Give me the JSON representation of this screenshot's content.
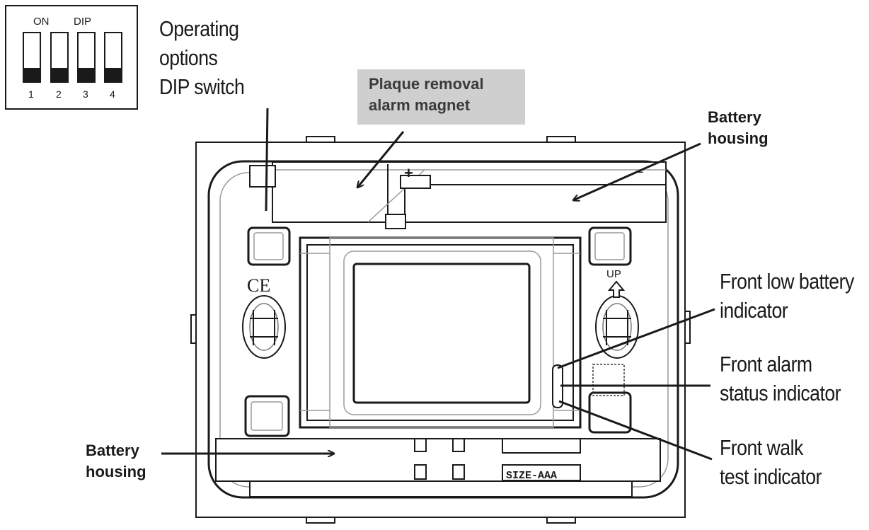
{
  "dip_switch": {
    "on_label": "ON",
    "dip_label": "DIP",
    "switch_numbers": [
      "1",
      "2",
      "3",
      "4"
    ]
  },
  "labels": {
    "operating_options": [
      "Operating",
      "options",
      "DIP switch"
    ],
    "plaque_removal": [
      "Plaque removal",
      "alarm magnet"
    ],
    "battery_housing_top": [
      "Battery",
      "housing"
    ],
    "battery_housing_bottom": [
      "Battery",
      "housing"
    ],
    "front_low_battery": [
      "Front low battery",
      "indicator"
    ],
    "front_alarm_status": [
      "Front alarm",
      "status indicator"
    ],
    "front_walk_test": [
      "Front walk",
      "test indicator"
    ]
  },
  "device_markings": {
    "plus": "+",
    "minus": "−",
    "ce_mark": "CE",
    "up_mark": "UP",
    "battery_size": "SIZE-AAA"
  }
}
